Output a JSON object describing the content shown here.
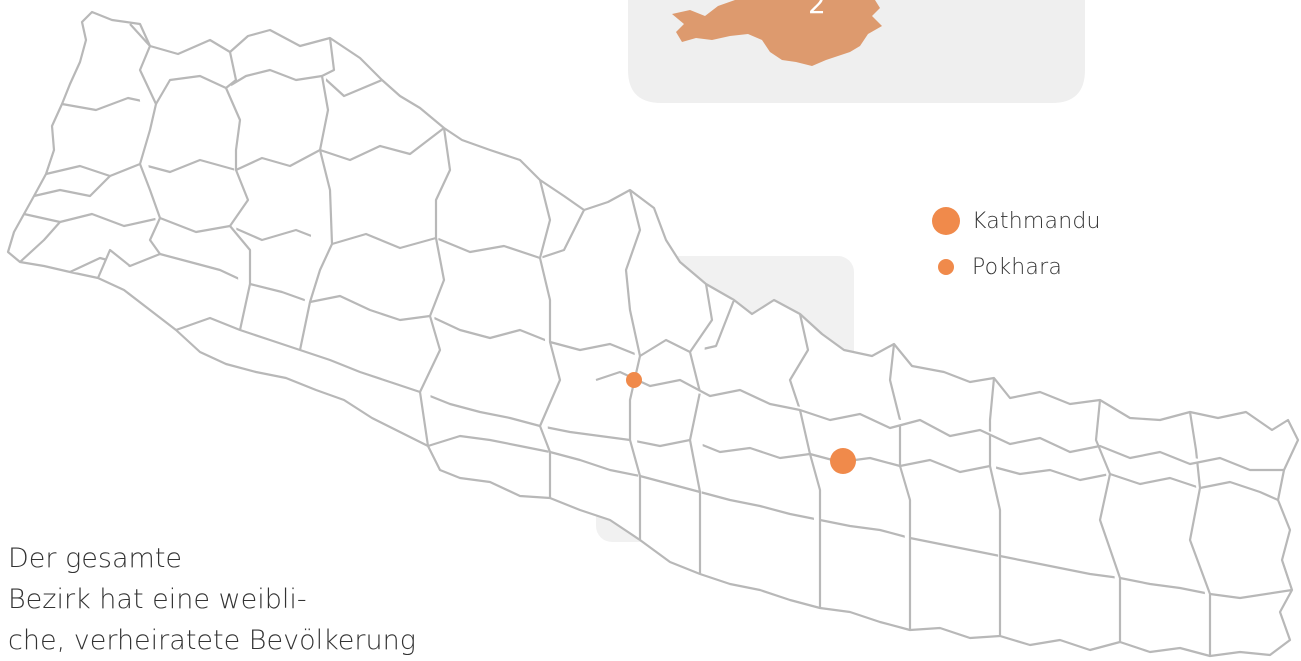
{
  "map": {
    "title": "",
    "inset_label": "2",
    "colors": {
      "marker": "#F08A4B",
      "inset_fill": "#DD9A6E",
      "panel": "#EFEFEF",
      "border": "#B8B8B8"
    }
  },
  "legend": {
    "items": [
      {
        "label": "Kathmandu",
        "icon": "large-dot-icon"
      },
      {
        "label": "Pokhara",
        "icon": "small-dot-icon"
      }
    ]
  },
  "cities": [
    {
      "name": "Kathmandu",
      "size": "large"
    },
    {
      "name": "Pokhara",
      "size": "small"
    }
  ],
  "caption": {
    "line1": "Der gesamte",
    "line2": "Bezirk hat eine weibli-",
    "line3": "che, verheiratete Bevölkerung"
  }
}
